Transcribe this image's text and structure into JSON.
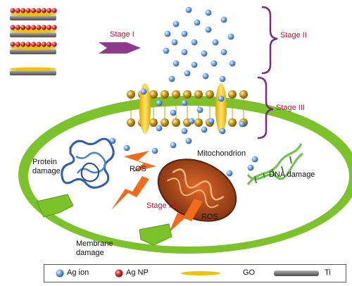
{
  "labels": {
    "stage_1": "Stage I",
    "stage_2": "Stage II",
    "stage_3": "Stage III",
    "stage_4": "Stage IV",
    "mitochondrion": "Mitochondrion",
    "ros_1": "ROS",
    "ros_2": "ROS",
    "protein_damage": "Protein\ndamage",
    "dna_damage": "DNA damage",
    "membrane_damage": "Membrane\ndamage"
  },
  "legend": [
    {
      "label": "Ag ion",
      "icon": "blue-sphere-icon",
      "color": "#5b8fd0"
    },
    {
      "label": "Ag NP",
      "icon": "red-sphere-icon",
      "color": "#d12a2a"
    },
    {
      "label": "GO",
      "icon": "yellow-bar-icon",
      "color": "#f2c200"
    },
    {
      "label": "Ti",
      "icon": "gray-bar-icon",
      "color": "#8a8a8a"
    }
  ],
  "colors": {
    "stage_text": "#c8102e",
    "cell_membrane": "#7cc22a",
    "brace": "#7a2b7a",
    "arrow": "#8e3b8e",
    "ros_bolt": "#f26a1b",
    "lipid_head": "#b8860b",
    "go_yellow": "#f2c200",
    "ti_gray": "#8a8a8a"
  }
}
